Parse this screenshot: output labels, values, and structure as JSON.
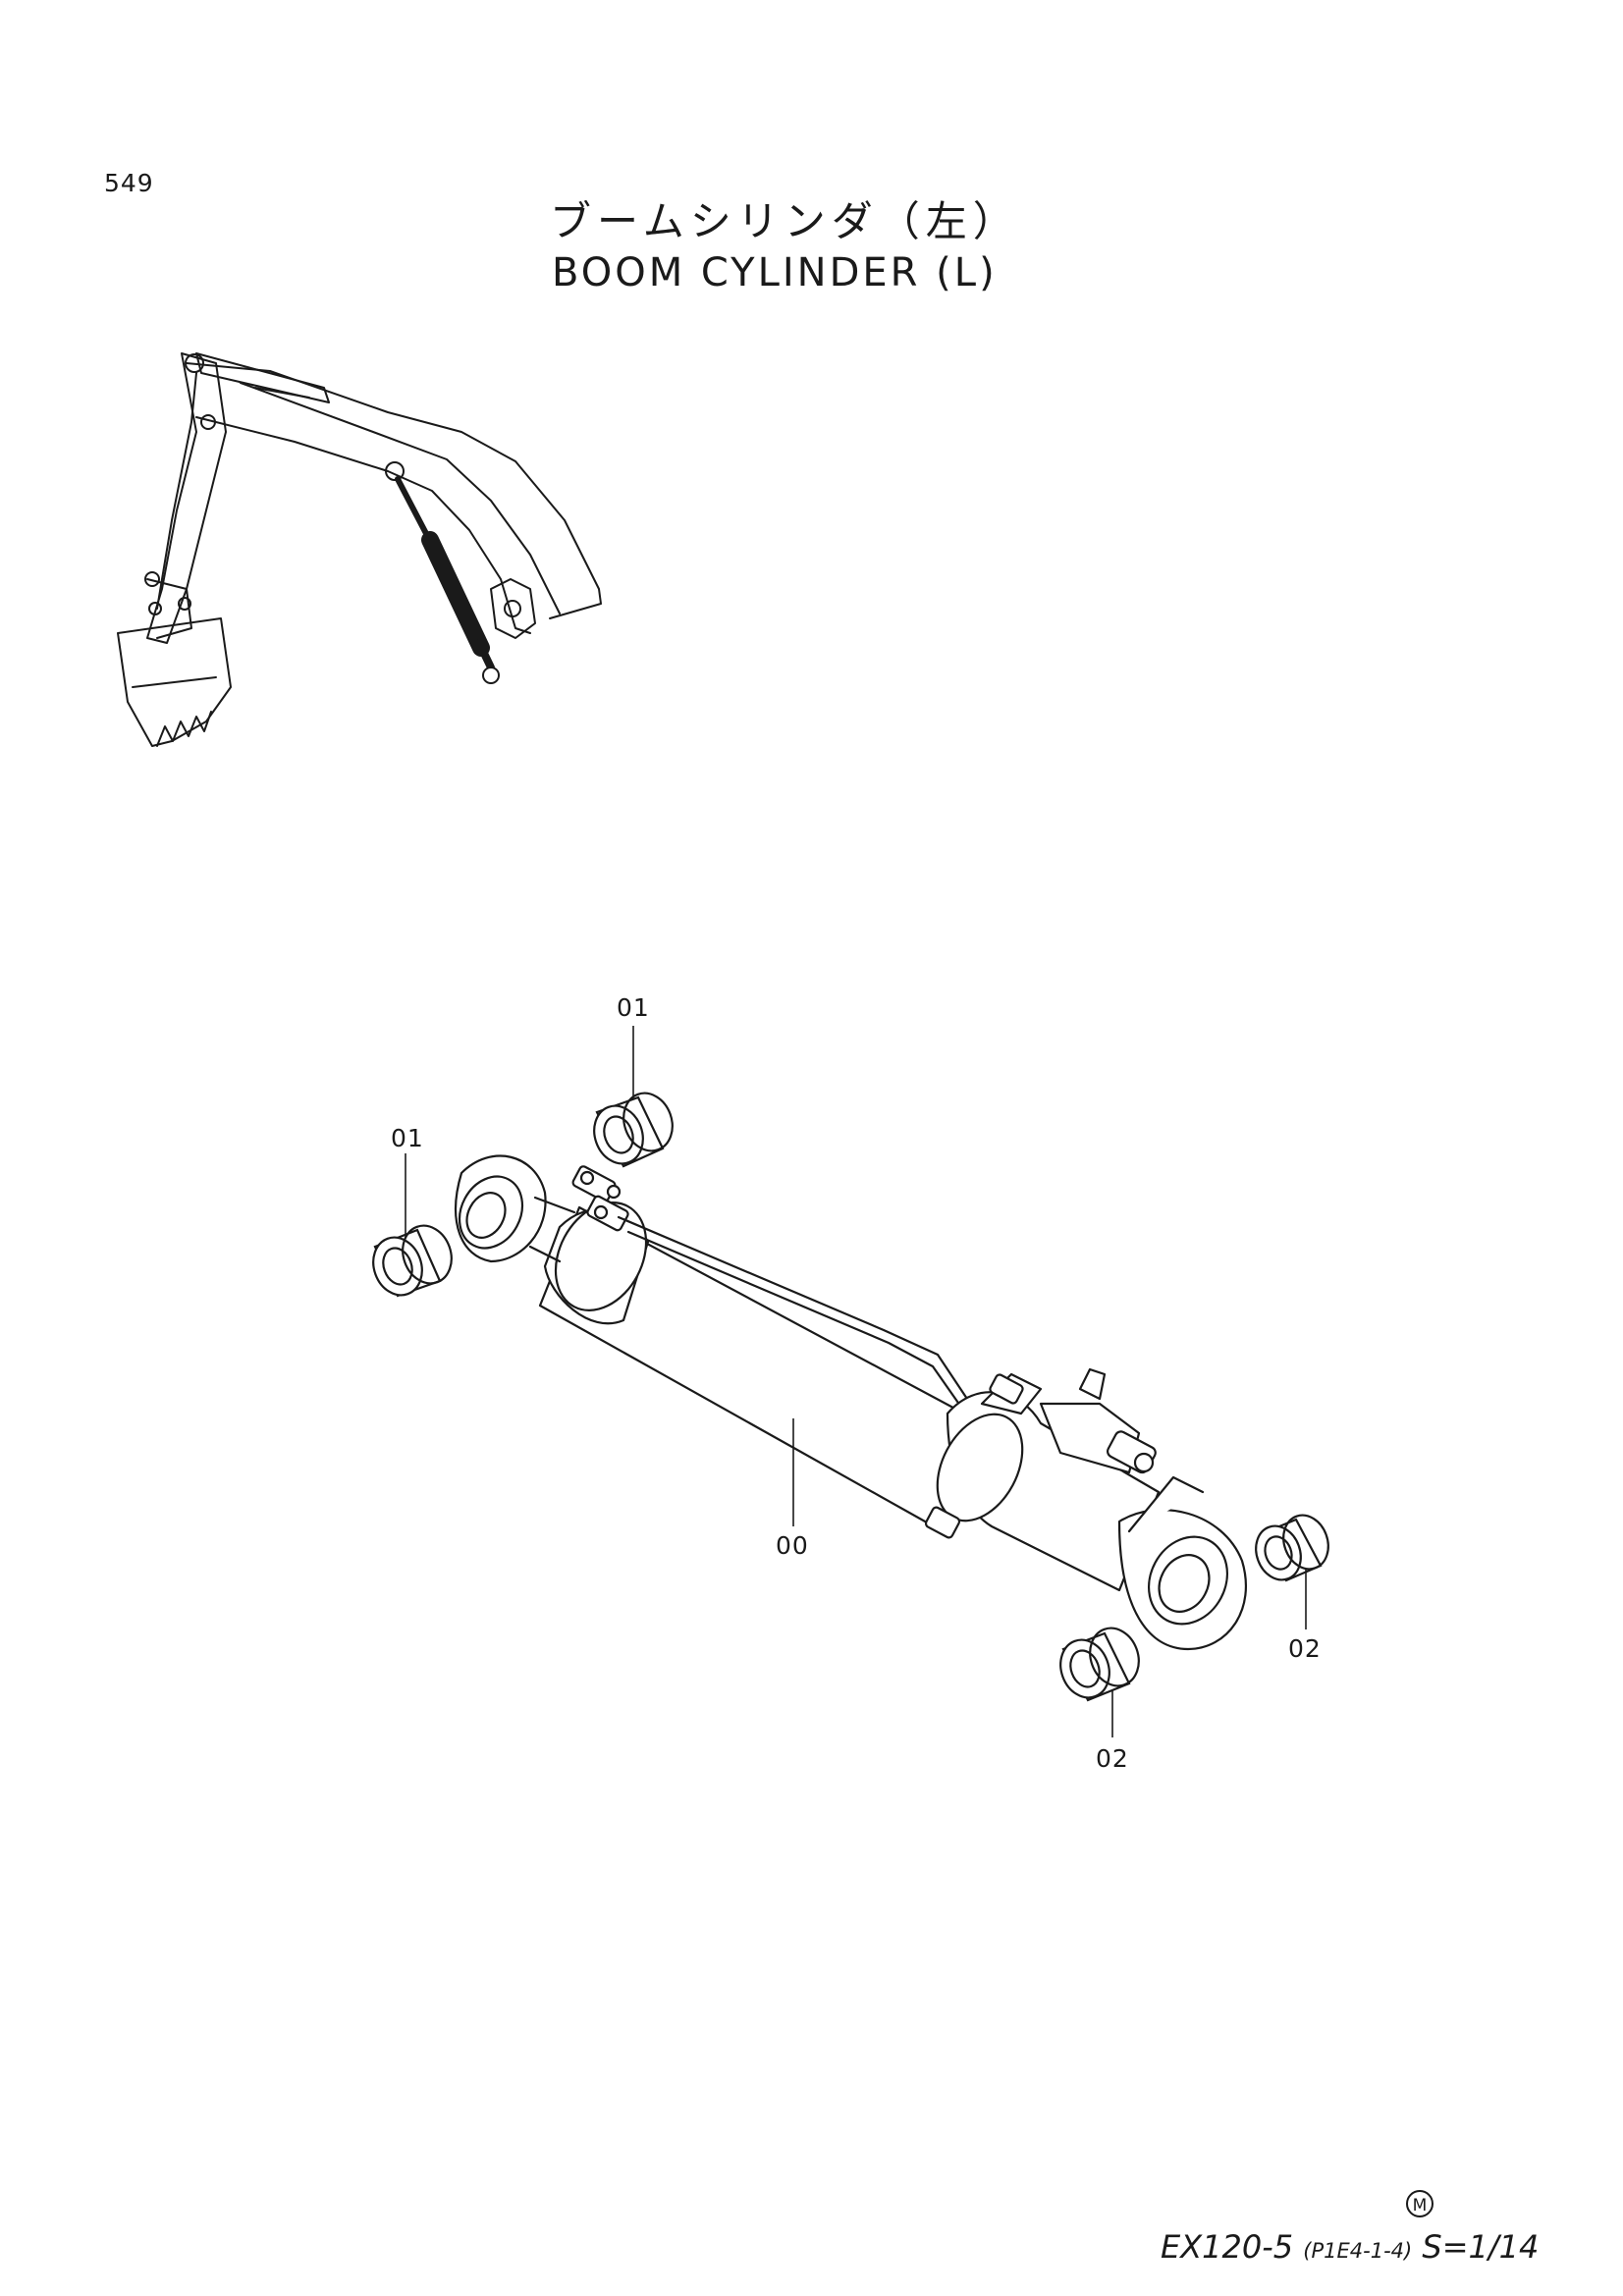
{
  "page": {
    "number": "549",
    "title_jp": "ブームシリンダ（左）",
    "title_en": "BOOM CYLINDER (L)"
  },
  "callouts": [
    {
      "id": "01",
      "label": "01"
    },
    {
      "id": "01",
      "label": "01"
    },
    {
      "id": "00",
      "label": "00"
    },
    {
      "id": "02",
      "label": "02"
    },
    {
      "id": "02",
      "label": "02"
    }
  ],
  "footer": {
    "model": "EX120-5",
    "code": "(P1E4-1-4)",
    "sheet": "S=1/14",
    "mark": "M"
  },
  "colors": {
    "line": "#1a1a1a",
    "light_line": "#555555",
    "shade": "#333333"
  }
}
